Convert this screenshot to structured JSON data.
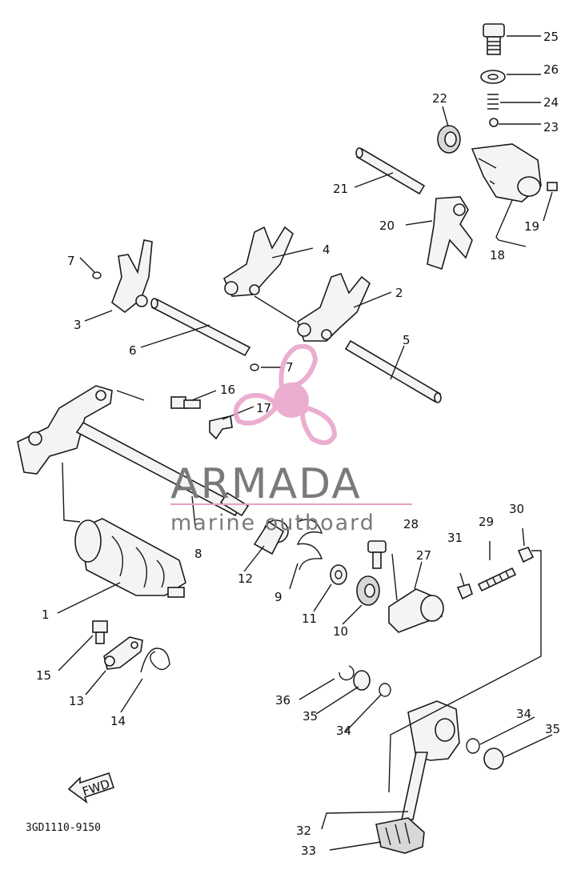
{
  "diagram": {
    "part_code": "3GD1110-9150",
    "direction_label": "FWD",
    "callouts": [
      "1",
      "2",
      "3",
      "4",
      "5",
      "6",
      "7",
      "7",
      "8",
      "9",
      "10",
      "11",
      "12",
      "13",
      "14",
      "15",
      "16",
      "17",
      "18",
      "19",
      "20",
      "21",
      "22",
      "23",
      "24",
      "25",
      "26",
      "27",
      "28",
      "29",
      "30",
      "31",
      "32",
      "33",
      "34",
      "34",
      "35",
      "35",
      "36"
    ]
  },
  "watermark": {
    "brand": "ARMADA",
    "tagline": "marine outboard",
    "colors": {
      "grey": "#7a7a7a",
      "pink": "#e8a0c8"
    }
  }
}
